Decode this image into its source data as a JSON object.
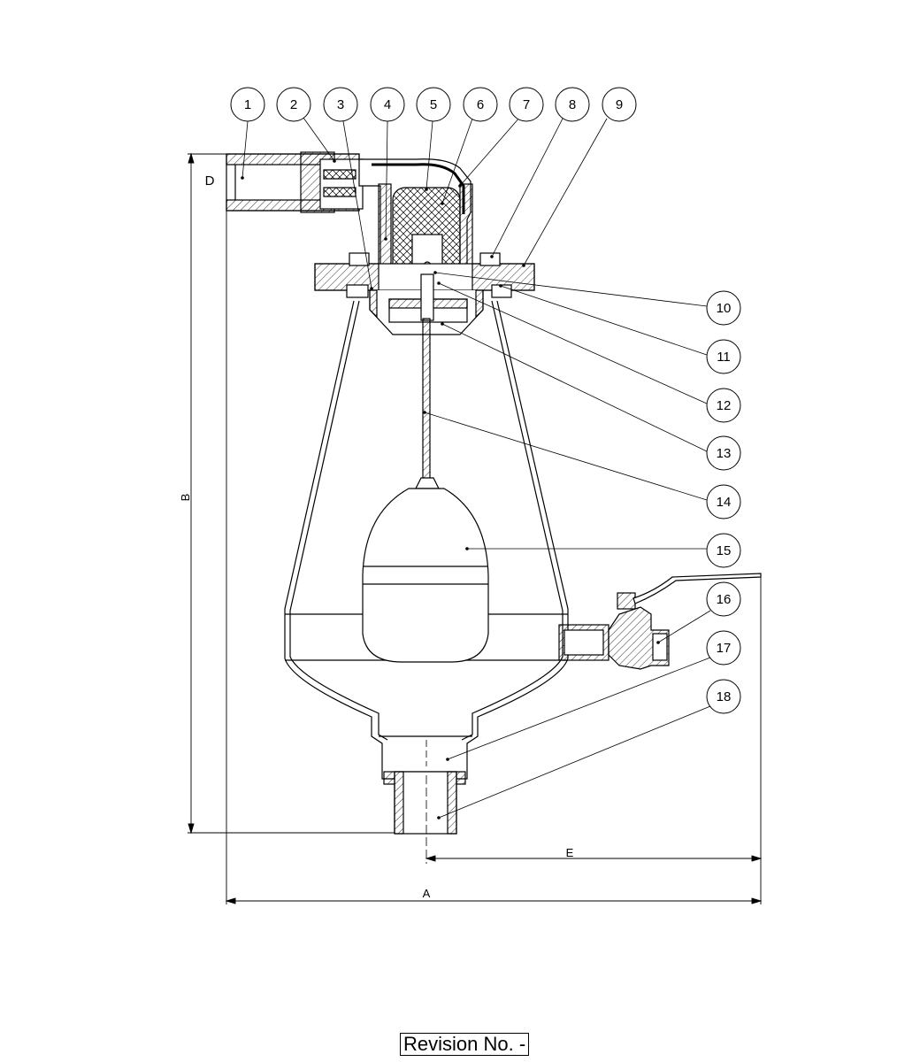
{
  "balloons": [
    "1",
    "2",
    "3",
    "4",
    "5",
    "6",
    "7",
    "8",
    "9",
    "10",
    "11",
    "12",
    "13",
    "14",
    "15",
    "16",
    "17",
    "18"
  ],
  "dimensions": {
    "A": "A",
    "B": "B",
    "D": "D",
    "E": "E"
  },
  "revision": {
    "label": "Revision No. -"
  }
}
